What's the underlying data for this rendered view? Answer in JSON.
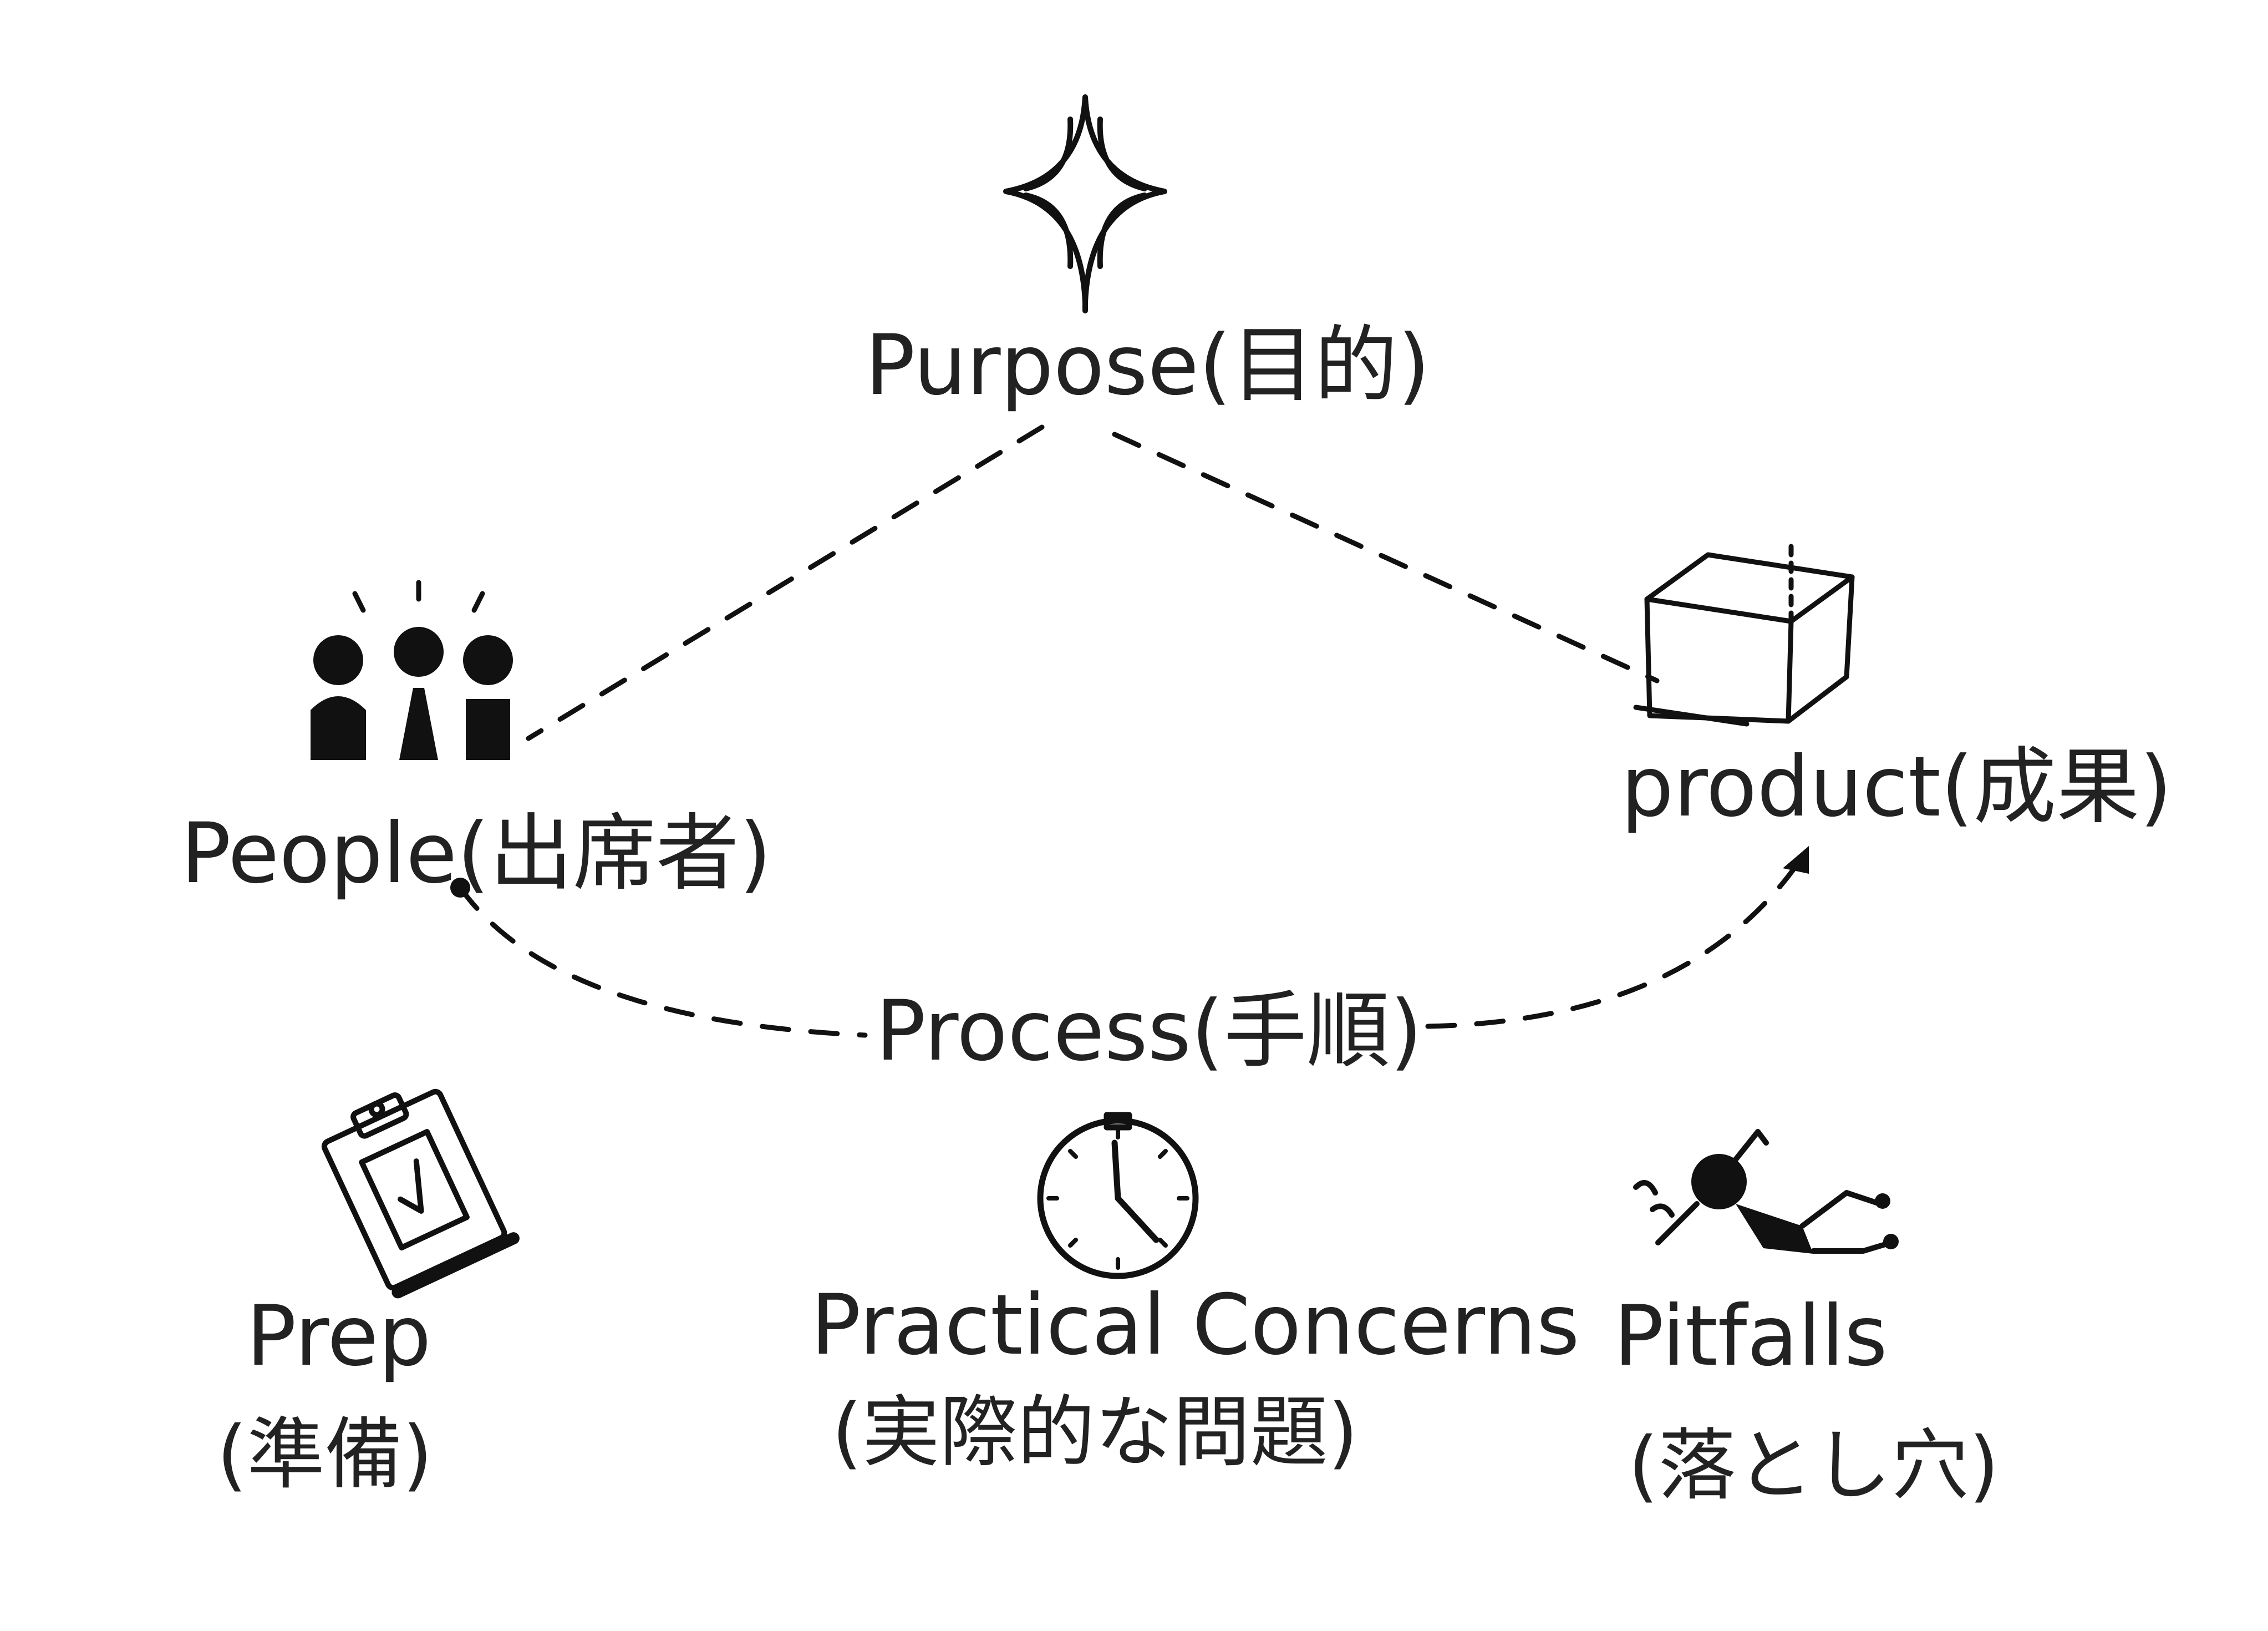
{
  "nodes": {
    "purpose": {
      "label": "Purpose(目的)",
      "icon": "sparkle-star-icon"
    },
    "people": {
      "label": "People(出席者)",
      "icon": "people-group-icon"
    },
    "product": {
      "label": "product(成果)",
      "icon": "cube-icon"
    },
    "process": {
      "label": "Process(手順)",
      "icon": "dashed-arrow-curve"
    },
    "prep": {
      "label": "Prep",
      "sublabel": "(準備)",
      "icon": "clipboard-check-icon"
    },
    "practical": {
      "label": "Practical Concerns",
      "sublabel": "(実際的な問題)",
      "icon": "stopwatch-icon"
    },
    "pitfalls": {
      "label": "Pitfalls",
      "sublabel": "(落とし穴)",
      "icon": "falling-person-icon"
    }
  }
}
